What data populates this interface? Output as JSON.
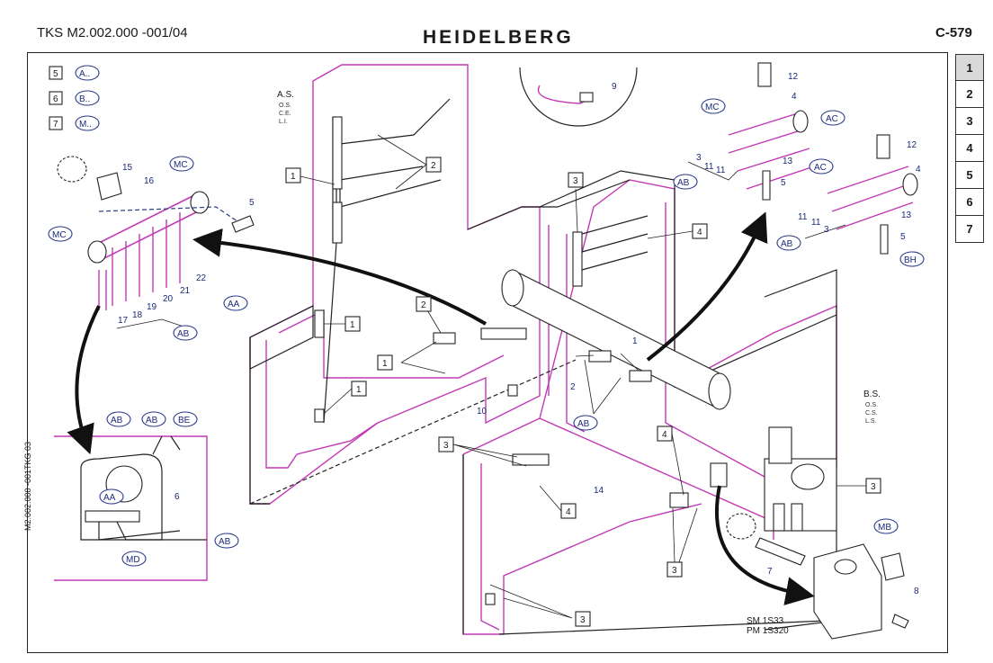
{
  "header": {
    "doc_code": "TKS M2.002.000 -001/04",
    "brand": "HEIDELBERG",
    "page_code": "C-579"
  },
  "side_label": "M2.002.000 -001TKG 03",
  "page_tabs": [
    "1",
    "2",
    "3",
    "4",
    "5",
    "6",
    "7"
  ],
  "legend": [
    {
      "num": "5",
      "code": "A.."
    },
    {
      "num": "6",
      "code": "B.."
    },
    {
      "num": "7",
      "code": "M.."
    }
  ],
  "side_as": {
    "title": "A.S.",
    "lines": [
      "O.S.",
      "C.E.",
      "L.I."
    ]
  },
  "side_bs": {
    "title": "B.S.",
    "lines": [
      "O.S.",
      "C.S.",
      "L.S."
    ]
  },
  "boxed_callouts": {
    "b1a": "1",
    "b1b": "1",
    "b1c": "1",
    "b1d": "1",
    "b2a": "2",
    "b2b": "2",
    "b3a": "3",
    "b3b": "3",
    "b3c": "3",
    "b3d": "3",
    "b3e": "3",
    "b4a": "4",
    "b4b": "4",
    "b4c": "4"
  },
  "ellipse_callouts": {
    "mc1": "MC",
    "mc2": "MC",
    "mc3": "MC",
    "ac1": "AC",
    "ac2": "AC",
    "ab1": "AB",
    "ab2": "AB",
    "ab3": "AB",
    "ab4": "AB",
    "ab5": "AB",
    "ab6": "AB",
    "ab7": "AB",
    "aa1": "AA",
    "aa2": "AA",
    "bh": "BH",
    "be": "BE",
    "md": "MD",
    "mb": "MB"
  },
  "part_numbers": {
    "n15": "15",
    "n16": "16",
    "n5a": "5",
    "n22": "22",
    "n21": "21",
    "n20": "20",
    "n19": "19",
    "n18": "18",
    "n17": "17",
    "n9": "9",
    "n12a": "12",
    "n4a": "4",
    "n3a": "3",
    "n11a": "11",
    "n11b": "11",
    "n13a": "13",
    "n5b": "5",
    "n12b": "12",
    "n4b": "4",
    "n11c": "11",
    "n11d": "11",
    "n3b": "3",
    "n13b": "13",
    "n5c": "5",
    "n1": "1",
    "n2": "2",
    "n10": "10",
    "n14": "14",
    "n6": "6",
    "n7": "7",
    "n8": "8"
  },
  "model_refs": [
    "SM 1S33",
    "PM 1S320"
  ],
  "colors": {
    "accent": "#c239b3",
    "callout_outline": "#2a3a8a",
    "ink": "#1a1a1a",
    "tab_active": "#d9d9d9"
  }
}
